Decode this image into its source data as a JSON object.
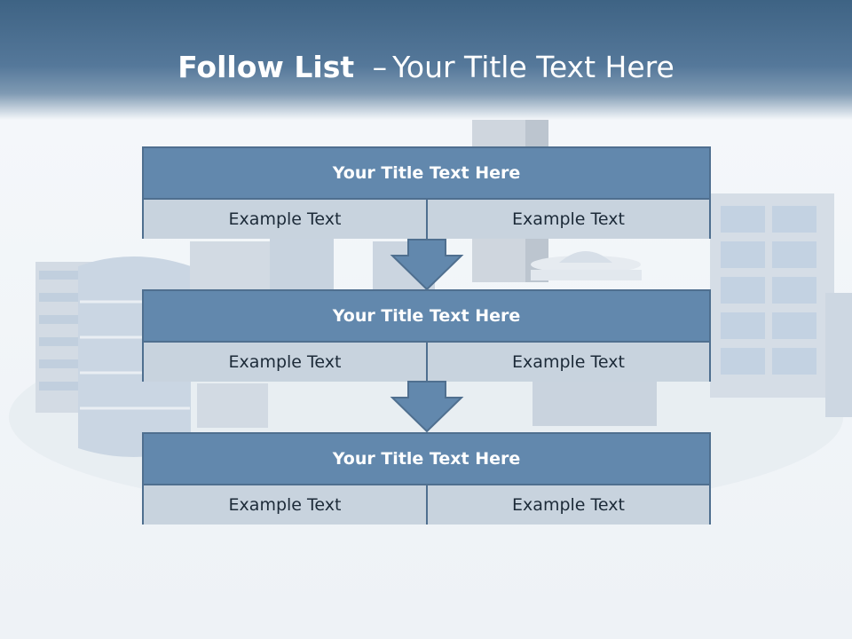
{
  "slide": {
    "title_bold": "Follow List",
    "title_dash": "–",
    "title_rest": "Your Title Text Here"
  },
  "blocks": [
    {
      "title": "Your Title Text Here",
      "left": "Example Text",
      "right": "Example Text"
    },
    {
      "title": "Your Title Text Here",
      "left": "Example Text",
      "right": "Example Text"
    },
    {
      "title": "Your Title Text Here",
      "left": "Example Text",
      "right": "Example Text"
    }
  ],
  "colors": {
    "header": "#3e6384",
    "block_title": "#6288ad",
    "block_cell": "#c8d3de",
    "border": "#4f6f8f"
  },
  "decor": {
    "background": "city-buildings-illustration",
    "arrow": "down-arrow-icon"
  }
}
